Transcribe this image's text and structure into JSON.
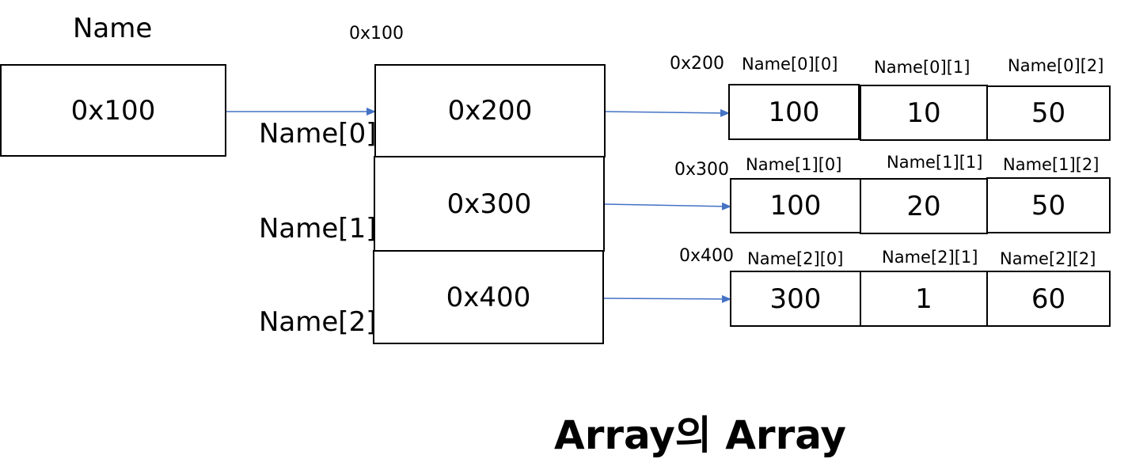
{
  "name_label": "Name",
  "name_box_value": "0x100",
  "outer_addr": "0x100",
  "outer_rows": [
    {
      "label": "Name[0]",
      "value": "0x200"
    },
    {
      "label": "Name[1]",
      "value": "0x300"
    },
    {
      "label": "Name[2]",
      "value": "0x400"
    }
  ],
  "inner_arrays": [
    {
      "addr": "0x200",
      "cell_labels": [
        "Name[0][0]",
        "Name[0][1]",
        "Name[0][2]"
      ],
      "values": [
        "100",
        "10",
        "50"
      ]
    },
    {
      "addr": "0x300",
      "cell_labels": [
        "Name[1][0]",
        "Name[1][1]",
        "Name[1][2]"
      ],
      "values": [
        "100",
        "20",
        "50"
      ]
    },
    {
      "addr": "0x400",
      "cell_labels": [
        "Name[2][0]",
        "Name[2][1]",
        "Name[2][2]"
      ],
      "values": [
        "300",
        "1",
        "60"
      ]
    }
  ],
  "title": "Array의 Array",
  "colors": {
    "arrow": "#4472c4",
    "border": "#000000"
  }
}
